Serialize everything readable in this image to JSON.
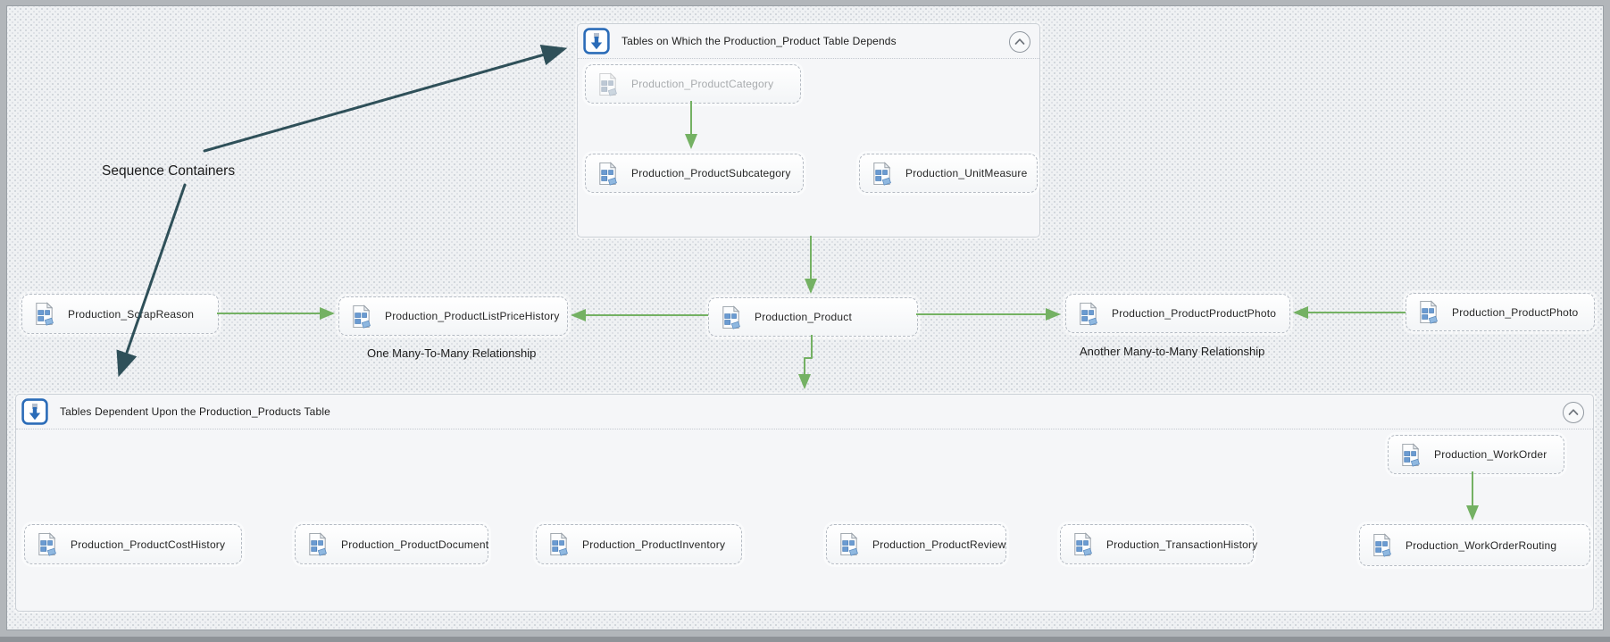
{
  "diagram": {
    "annotation": "Sequence Containers",
    "labels": {
      "one": "One Many-To-Many Relationship",
      "another": "Another Many-to-Many Relationship"
    },
    "container1": {
      "title": "Tables on Which the Production_Product Table Depends"
    },
    "container2": {
      "title": "Tables Dependent Upon the Production_Products Table"
    },
    "tasks": {
      "productCategory": "Production_ProductCategory",
      "productSubcategory": "Production_ProductSubcategory",
      "unitMeasure": "Production_UnitMeasure",
      "scrapReason": "Production_ScrapReason",
      "productListPriceHistory": "Production_ProductListPriceHistory",
      "product": "Production_Product",
      "productProductPhoto": "Production_ProductProductPhoto",
      "productPhoto": "Production_ProductPhoto",
      "workOrder": "Production_WorkOrder",
      "productCostHistory": "Production_ProductCostHistory",
      "productDocument": "Production_ProductDocument",
      "productInventory": "Production_ProductInventory",
      "productReview": "Production_ProductReview",
      "transactionHistory": "Production_TransactionHistory",
      "workOrderRouting": "Production_WorkOrderRouting"
    },
    "icons": {
      "container_header": "sequence-container-icon",
      "task": "data-flow-task-icon",
      "collapse": "chevron-up-icon"
    },
    "colors": {
      "connector_green": "#74b163",
      "annotation_arrow_teal": "#2f5059",
      "container_icon_blue": "#2b6cb8",
      "task_icon_blue": "#6b9bd2",
      "disabled_task_text": "#a8abae"
    }
  }
}
